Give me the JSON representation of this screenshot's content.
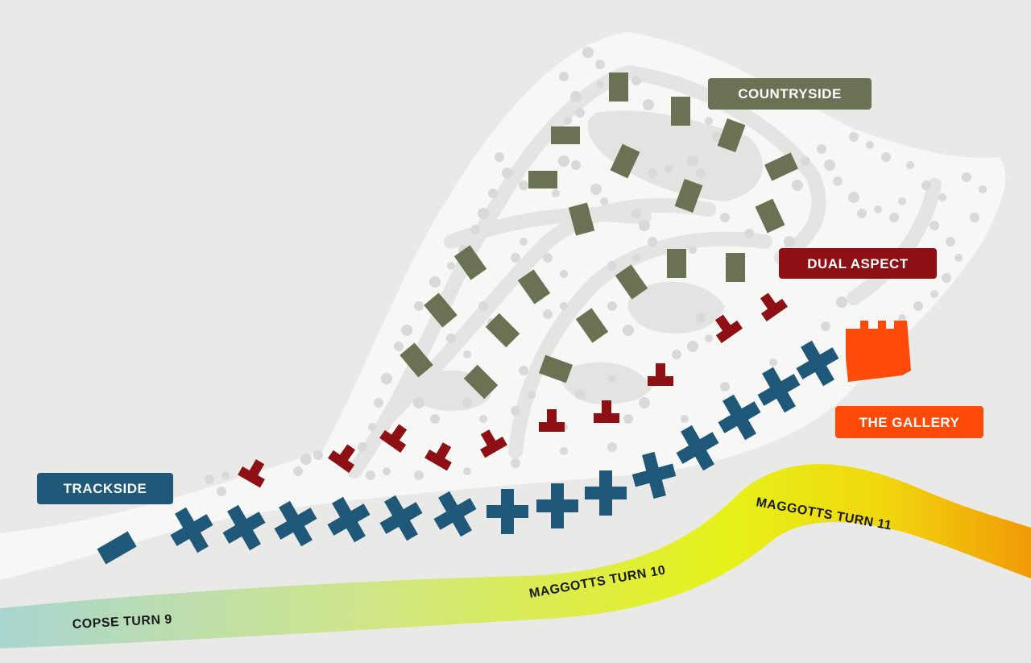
{
  "colors": {
    "background": "#e9e9e7",
    "site": "#f7f7f6",
    "path": "#e6e6e4",
    "tree": "#d9d9d7",
    "countryside": "#6b7253",
    "dual_aspect": "#8e0f14",
    "trackside": "#1f5878",
    "gallery": "#ff4a0a"
  },
  "zones": {
    "countryside": "COUNTRYSIDE",
    "dual_aspect": "DUAL ASPECT",
    "trackside": "TRACKSIDE",
    "gallery": "THE GALLERY"
  },
  "track": {
    "copse": "COPSE TURN 9",
    "maggotts10": "MAGGOTTS TURN 10",
    "maggotts11": "MAGGOTTS TURN 11"
  }
}
